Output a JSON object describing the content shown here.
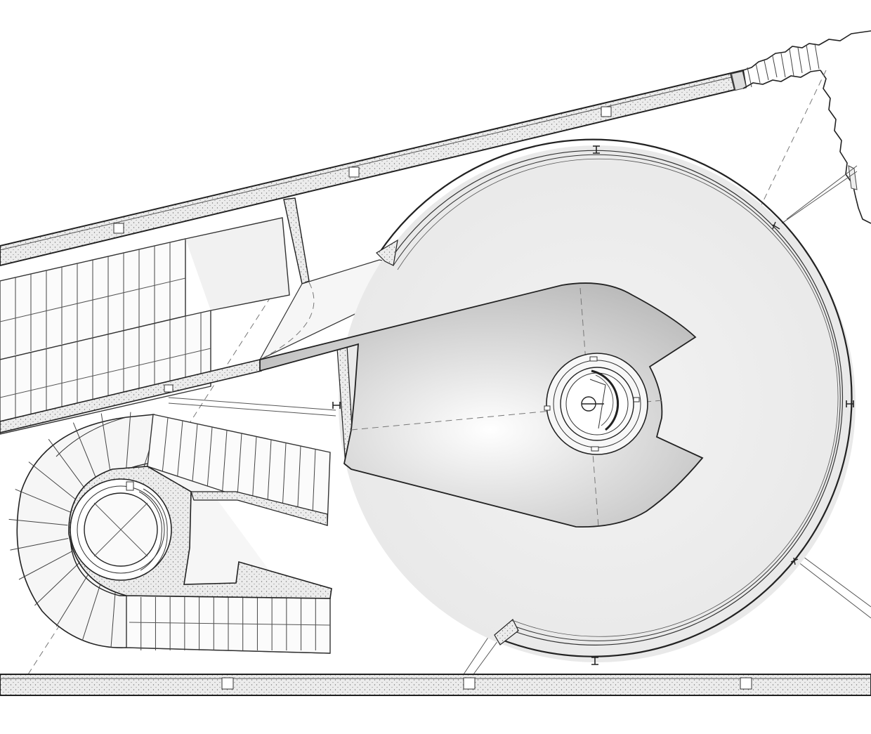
{
  "drawing": {
    "kind": "architectural floor plan",
    "colors": {
      "line": "#333333",
      "fill_light": "#f1f1f1",
      "fill_stipple": "#e6e6e6",
      "fill_gradient_center": "#ffffff",
      "fill_gradient_edge": "#b5b5b5",
      "background": "#ffffff"
    },
    "elements": [
      "upper-retaining-wall",
      "lower-boundary-wall",
      "upper-straight-stairs",
      "spiral-stair",
      "lower-straight-stairs",
      "circular-platform",
      "central-funnel-floor",
      "central-column",
      "rocky-ground"
    ]
  }
}
